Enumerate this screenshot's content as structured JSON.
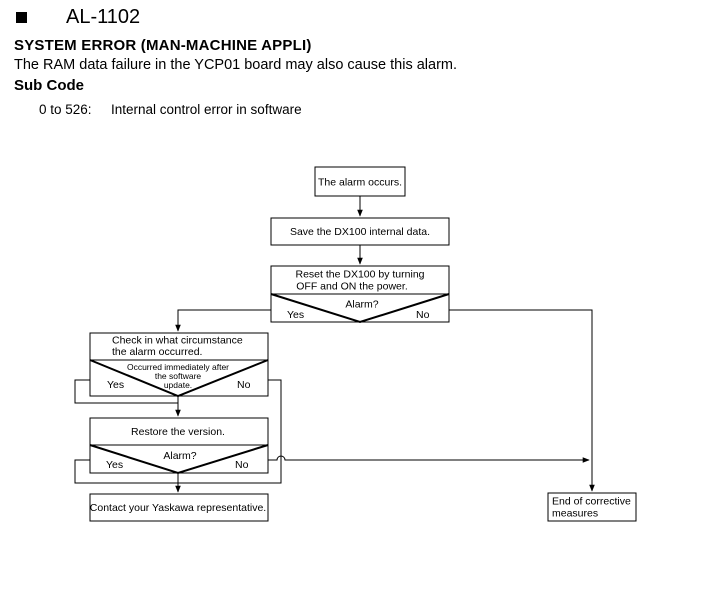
{
  "header": {
    "alarm_code": "AL-1102",
    "alarm_name": "SYSTEM ERROR (MAN-MACHINE APPLI)",
    "description": "The RAM data failure in the YCP01 board may also cause this alarm.",
    "subcode_heading": "Sub Code"
  },
  "subcodes": [
    {
      "range": "0 to 526:",
      "meaning": "Internal control error in software"
    }
  ],
  "flowchart": {
    "start": "The alarm occurs.",
    "save": "Save the DX100 internal data.",
    "reset_line1": "Reset the DX100 by turning",
    "reset_line2": "OFF and ON the power.",
    "decision1": "Alarm?",
    "decision1_yes": "Yes",
    "decision1_no": "No",
    "check_line1": "Check in what circumstance",
    "check_line2": "the alarm occurred.",
    "decision2_line1": "Occurred immediately after",
    "decision2_line2": "the software",
    "decision2_line3": "update.",
    "decision2_yes": "Yes",
    "decision2_no": "No",
    "restore": "Restore the version.",
    "decision3": "Alarm?",
    "decision3_yes": "Yes",
    "decision3_no": "No",
    "contact": "Contact your Yaskawa representative.",
    "end_line1": "End of corrective",
    "end_line2": "measures"
  }
}
